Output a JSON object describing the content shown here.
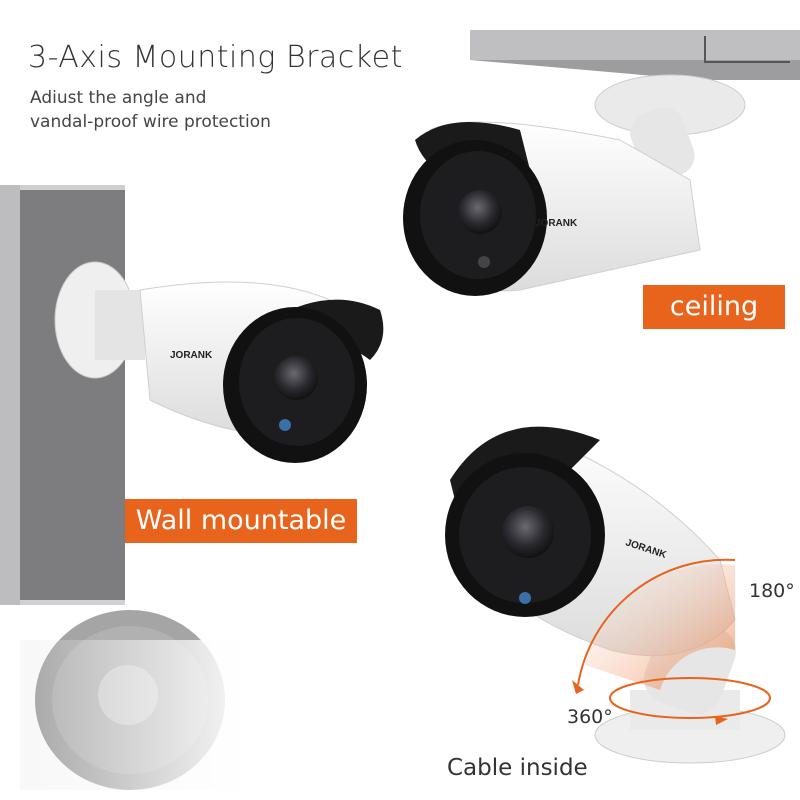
{
  "heading": {
    "title": "3-Axis Mounting Bracket",
    "line1": "Adiust the angle and",
    "line2": "vandal-proof wire protection"
  },
  "labels": {
    "ceiling": "ceiling",
    "wall": "Wall mountable",
    "cable": "Cable inside",
    "rotate_tilt": "180°",
    "rotate_pan": "360°"
  },
  "brand": "JORANK",
  "colors": {
    "accent": "#e8631c",
    "wall_gray": "#7d7d7f",
    "ceiling_gray": "#bfbfc1"
  }
}
